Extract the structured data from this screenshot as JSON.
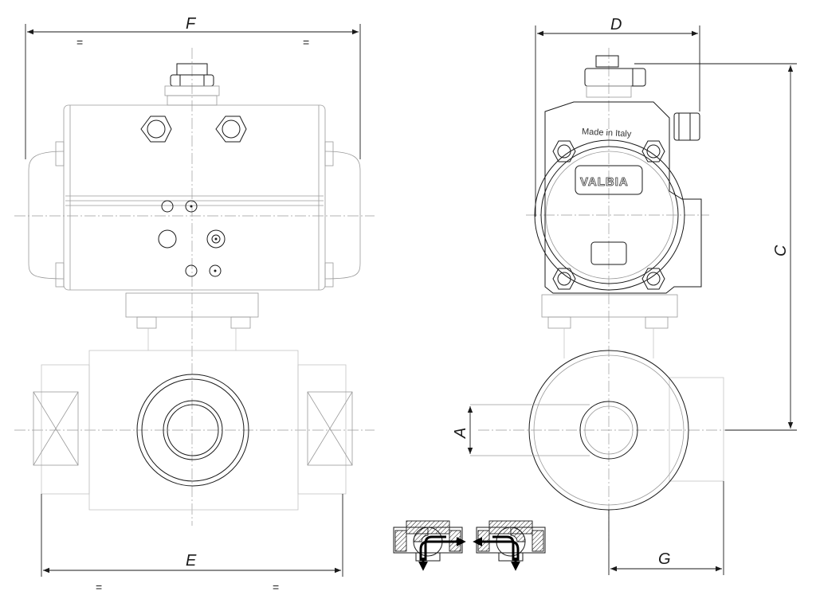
{
  "dimensions": {
    "F": "F",
    "D": "D",
    "C": "C",
    "A": "A",
    "E": "E",
    "G": "G",
    "equal_top_left": "=",
    "equal_top_right": "=",
    "equal_bottom_left": "=",
    "equal_bottom_right": "="
  },
  "side_view": {
    "brand_top": "Made in Italy",
    "brand_logo": "VALBIA"
  },
  "colors": {
    "outline": "#1a1a1a",
    "thin_line": "#9a9a9a",
    "ghost_line": "#c4c4c4",
    "flow_arrow": "#000000"
  }
}
